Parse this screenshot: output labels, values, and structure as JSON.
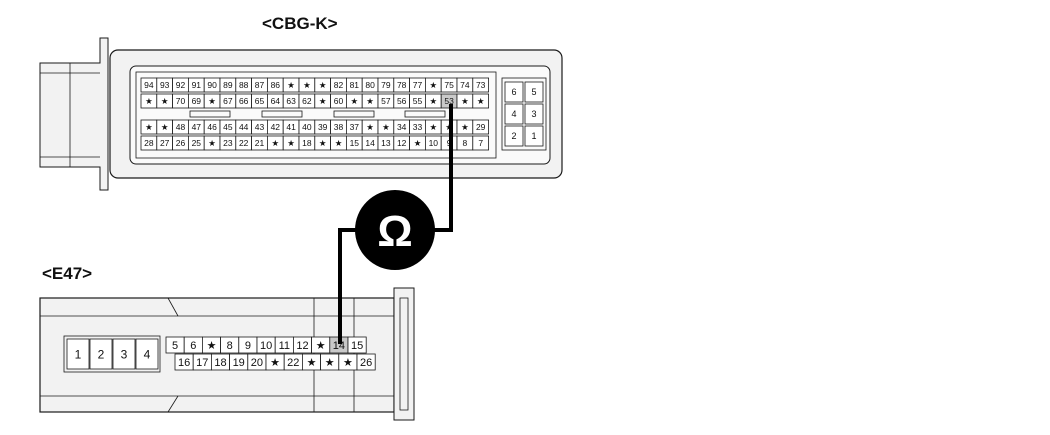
{
  "connectors": {
    "cbg": {
      "label": "<CBG-K>",
      "rows": [
        [
          "94",
          "93",
          "92",
          "91",
          "90",
          "89",
          "88",
          "87",
          "86",
          "★",
          "★",
          "★",
          "82",
          "81",
          "80",
          "79",
          "78",
          "77",
          "★",
          "75",
          "74",
          "73"
        ],
        [
          "★",
          "★",
          "70",
          "69",
          "★",
          "67",
          "66",
          "65",
          "64",
          "63",
          "62",
          "★",
          "60",
          "★",
          "★",
          "57",
          "56",
          "55",
          "★",
          "53",
          "★",
          "★"
        ],
        [
          "★",
          "★",
          "48",
          "47",
          "46",
          "45",
          "44",
          "43",
          "42",
          "41",
          "40",
          "39",
          "38",
          "37",
          "★",
          "★",
          "34",
          "33",
          "★",
          "★",
          "★",
          "29"
        ],
        [
          "28",
          "27",
          "26",
          "25",
          "★",
          "23",
          "22",
          "21",
          "★",
          "★",
          "18",
          "★",
          "★",
          "15",
          "14",
          "13",
          "12",
          "★",
          "10",
          "9",
          "8",
          "7"
        ]
      ],
      "side_pins": [
        [
          "6",
          "5"
        ],
        [
          "4",
          "3"
        ],
        [
          "2",
          "1"
        ]
      ],
      "highlight_pin": "53"
    },
    "e47": {
      "label": "<E47>",
      "big_pins": [
        "1",
        "2",
        "3",
        "4"
      ],
      "row_top": [
        "5",
        "6",
        "★",
        "8",
        "9",
        "10",
        "11",
        "12",
        "★",
        "14",
        "15"
      ],
      "row_bottom": [
        "16",
        "17",
        "18",
        "19",
        "20",
        "★",
        "22",
        "★",
        "★",
        "★",
        "26"
      ],
      "highlight_pin": "14"
    }
  },
  "meter": {
    "symbol": "Ω"
  },
  "colors": {
    "line": "#1a1a1a",
    "shell": "#f2f2f2",
    "pin_fill": "#ffffff",
    "highlight": "#c9c9c9",
    "meter": "#000000"
  }
}
